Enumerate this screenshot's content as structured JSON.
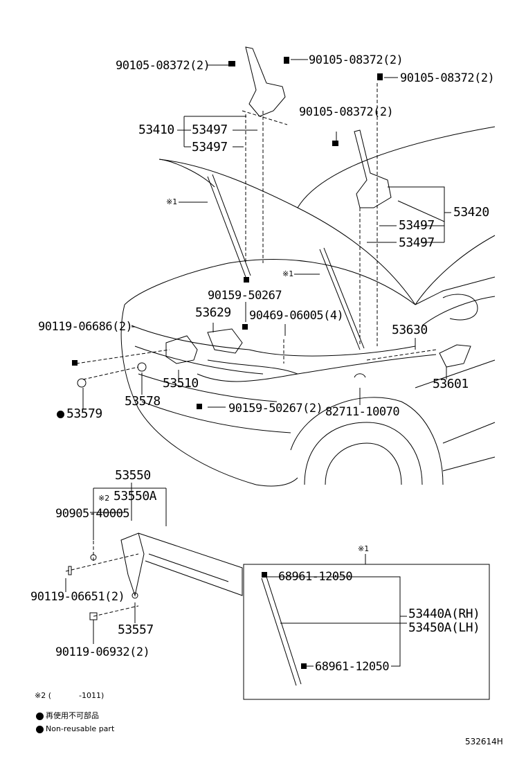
{
  "diagram_code": "532614H",
  "callouts": [
    {
      "id": "c1",
      "text": "90105-08372(2)"
    },
    {
      "id": "c2",
      "text": "90105-08372(2)"
    },
    {
      "id": "c3",
      "text": "90105-08372(2)"
    },
    {
      "id": "c4",
      "text": "90105-08372(2)"
    },
    {
      "id": "c5",
      "text": "53410"
    },
    {
      "id": "c6",
      "text": "53497"
    },
    {
      "id": "c7",
      "text": "53497"
    },
    {
      "id": "c8",
      "text": "53420"
    },
    {
      "id": "c9",
      "text": "53497"
    },
    {
      "id": "c10",
      "text": "53497"
    },
    {
      "id": "c11",
      "text": "※1"
    },
    {
      "id": "c12",
      "text": "※1"
    },
    {
      "id": "c13",
      "text": "90159-50267"
    },
    {
      "id": "c14",
      "text": "53629"
    },
    {
      "id": "c15",
      "text": "90469-06005(4)"
    },
    {
      "id": "c16",
      "text": "90119-06686(2)"
    },
    {
      "id": "c17",
      "text": "53630"
    },
    {
      "id": "c18",
      "text": "53510"
    },
    {
      "id": "c19",
      "text": "53601"
    },
    {
      "id": "c20",
      "text": "53578"
    },
    {
      "id": "c21",
      "text": "90159-50267(2)"
    },
    {
      "id": "c22",
      "text": "82711-10070"
    },
    {
      "id": "c23",
      "text": "53579"
    },
    {
      "id": "c24",
      "text": "53550"
    },
    {
      "id": "c25",
      "text": "※2"
    },
    {
      "id": "c26",
      "text": "53550A"
    },
    {
      "id": "c27",
      "text": "90905-40005"
    },
    {
      "id": "c28",
      "text": "90119-06651(2)"
    },
    {
      "id": "c29",
      "text": "53557"
    },
    {
      "id": "c30",
      "text": "90119-06932(2)"
    },
    {
      "id": "c31",
      "text": "※1"
    },
    {
      "id": "c32",
      "text": "68961-12050"
    },
    {
      "id": "c33",
      "text": "53440A(RH)"
    },
    {
      "id": "c34",
      "text": "53450A(LH)"
    },
    {
      "id": "c35",
      "text": "68961-12050"
    }
  ],
  "notes": {
    "note2_prefix": "※2 (",
    "note2_value": "-1011)",
    "legend_jp": "再使用不可部品",
    "legend_en": "Non-reusable part"
  }
}
